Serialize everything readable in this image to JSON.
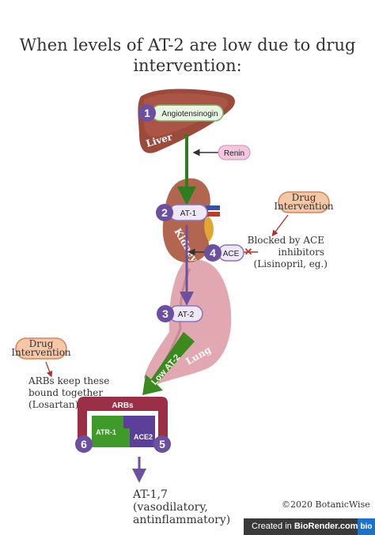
{
  "title": "When levels of AT-2 are low due to drug intervention:",
  "steps": {
    "s1": {
      "num": "1",
      "label": "Angiotensinogin"
    },
    "s2": {
      "num": "2",
      "label": "AT-1"
    },
    "s3": {
      "num": "3",
      "label": "AT-2"
    },
    "s4": {
      "num": "4",
      "label": "ACE"
    },
    "s5": {
      "num": "5",
      "label": "ACE2"
    },
    "s6": {
      "num": "6",
      "label": "ATR-1"
    }
  },
  "organs": {
    "liver": "Liver",
    "kidney": "Kidney",
    "lung": "Lung"
  },
  "renin": "Renin",
  "low_at2": "Low AT-2",
  "arbs": "ARBs",
  "drug_intervention": [
    "Drug",
    "Intervention"
  ],
  "notes": {
    "ace_inhibitors": [
      "Blocked by ACE",
      "inhibitors",
      "(Lisinopril, eg.)"
    ],
    "arbs_note": [
      "ARBs keep these",
      "bound together",
      "(Losartan)"
    ]
  },
  "output": [
    "AT-1,7",
    "(vasodilatory,",
    "antinflammatory)"
  ],
  "credit": "©2020 BotanicWise",
  "footer": {
    "created": "Created in ",
    "brand": "BioRender.com",
    "logo": "bio"
  },
  "colors": {
    "purple": "#6b4fa0",
    "green": "#2e7d1e",
    "maroon": "#9b2f45",
    "red": "#c0392b"
  }
}
